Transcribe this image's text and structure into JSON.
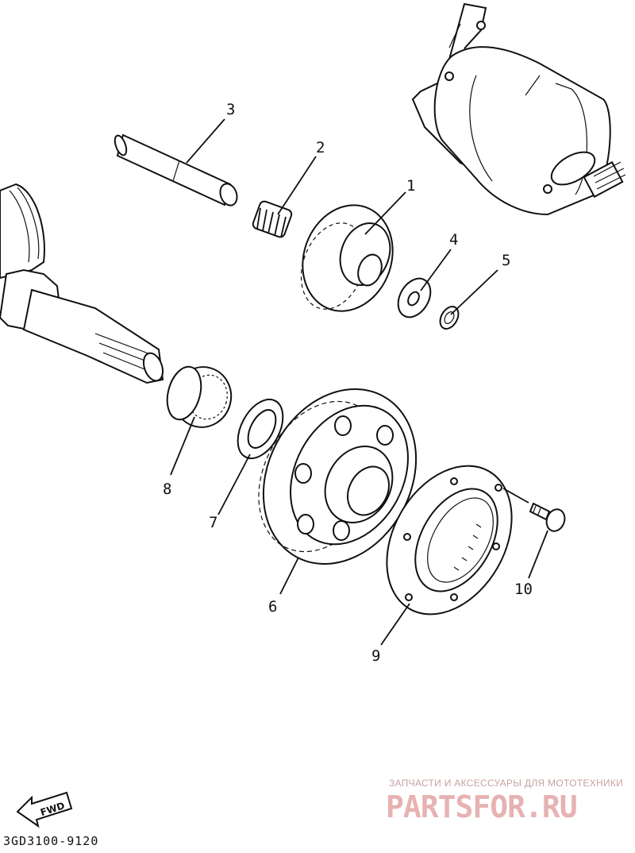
{
  "diagram": {
    "callouts": [
      "1",
      "2",
      "3",
      "4",
      "5",
      "6",
      "7",
      "8",
      "9",
      "10"
    ],
    "fwd_label": "FWD",
    "diagram_code": "3GD3100-9120"
  },
  "watermark": {
    "tagline": "ЗАПЧАСТИ И АКСЕССУАРЫ ДЛЯ МОТОТЕХНИКИ",
    "brand": "PARTSFOR.RU",
    "color": "#e7b2b2"
  }
}
